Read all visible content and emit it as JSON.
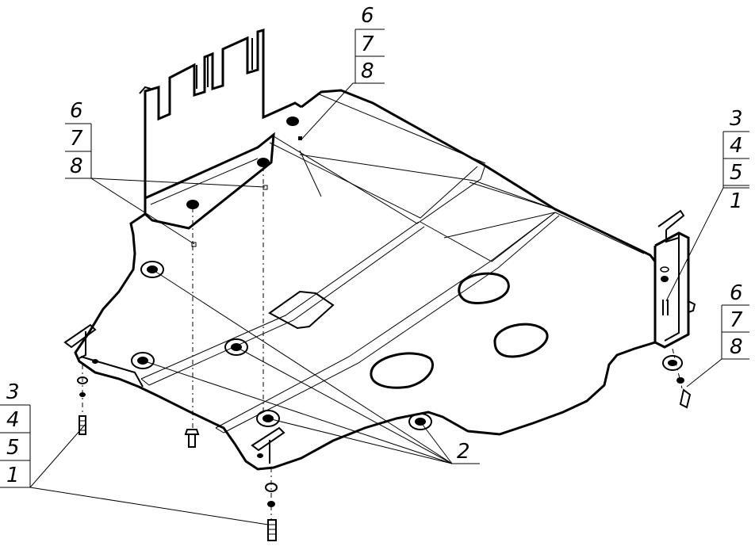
{
  "callouts": [
    {
      "id": "top-center",
      "items": [
        "6",
        "7",
        "8"
      ]
    },
    {
      "id": "left-upper",
      "items": [
        "6",
        "7",
        "8"
      ]
    },
    {
      "id": "right-upper",
      "items": [
        "3",
        "4",
        "5",
        "1"
      ]
    },
    {
      "id": "right-lower",
      "items": [
        "6",
        "7",
        "8"
      ]
    },
    {
      "id": "left-lower",
      "items": [
        "3",
        "4",
        "5",
        "1"
      ]
    },
    {
      "id": "bottom-center",
      "items": [
        "2"
      ]
    }
  ]
}
